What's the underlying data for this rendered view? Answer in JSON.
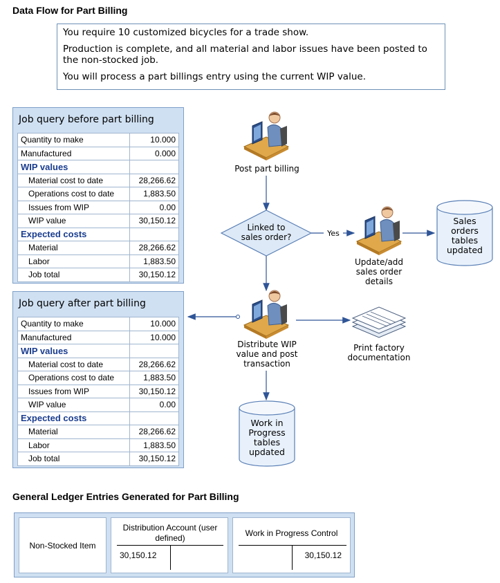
{
  "headings": {
    "data_flow": "Data Flow for Part Billing",
    "gl_entries": "General Ledger Entries Generated for Part Billing"
  },
  "scenario": [
    "You require 10 customized bicycles for a trade show.",
    "Production is complete, and all material and labor issues have been posted to the non-stocked job.",
    "You will process a part billings entry using the current WIP value."
  ],
  "query_before": {
    "title": "Job query before part billing",
    "rows": [
      {
        "label": "Quantity to make",
        "value": "10.000",
        "type": "row"
      },
      {
        "label": "Manufactured",
        "value": "0.000",
        "type": "row"
      },
      {
        "label": "WIP values",
        "value": "",
        "type": "section"
      },
      {
        "label": "Material cost to date",
        "value": "28,266.62",
        "type": "indent"
      },
      {
        "label": "Operations cost to date",
        "value": "1,883.50",
        "type": "indent"
      },
      {
        "label": "Issues from WIP",
        "value": "0.00",
        "type": "indent"
      },
      {
        "label": "WIP value",
        "value": "30,150.12",
        "type": "indent"
      },
      {
        "label": "Expected costs",
        "value": "",
        "type": "section"
      },
      {
        "label": "Material",
        "value": "28,266.62",
        "type": "indent"
      },
      {
        "label": "Labor",
        "value": "1,883.50",
        "type": "indent"
      },
      {
        "label": "Job total",
        "value": "30,150.12",
        "type": "indent"
      }
    ]
  },
  "query_after": {
    "title": "Job query after part billing",
    "rows": [
      {
        "label": "Quantity to make",
        "value": "10.000",
        "type": "row"
      },
      {
        "label": "Manufactured",
        "value": "10.000",
        "type": "row"
      },
      {
        "label": "WIP values",
        "value": "",
        "type": "section"
      },
      {
        "label": "Material cost to date",
        "value": "28,266.62",
        "type": "indent"
      },
      {
        "label": "Operations cost to date",
        "value": "1,883.50",
        "type": "indent"
      },
      {
        "label": "Issues from WIP",
        "value": "30,150.12",
        "type": "indent"
      },
      {
        "label": "WIP value",
        "value": "0.00",
        "type": "indent"
      },
      {
        "label": "Expected costs",
        "value": "",
        "type": "section"
      },
      {
        "label": "Material",
        "value": "28,266.62",
        "type": "indent"
      },
      {
        "label": "Labor",
        "value": "1,883.50",
        "type": "indent"
      },
      {
        "label": "Job total",
        "value": "30,150.12",
        "type": "indent"
      }
    ]
  },
  "flow": {
    "post_part_billing": "Post part billing",
    "decision": "Linked to sales order?",
    "yes": "Yes",
    "update_sales": "Update/add sales order details",
    "sales_db": "Sales orders tables updated",
    "distribute": "Distribute WIP value and post transaction",
    "print_docs": "Print factory documentation",
    "wip_db": "Work in Progress tables updated"
  },
  "gl": {
    "item": "Non-Stocked Item",
    "distribution_account": "Distribution Account (user defined)",
    "distribution_debit": "30,150.12",
    "wip_control": "Work in Progress Control",
    "wip_credit": "30,150.12"
  },
  "colors": {
    "panel_bg": "#cfe0f2",
    "panel_border": "#7f9fc8",
    "section_text": "#1a3d8f",
    "db_fill": "#e8f1fb",
    "decision_fill": "#dde9f6",
    "arrow": "#2f5597"
  }
}
